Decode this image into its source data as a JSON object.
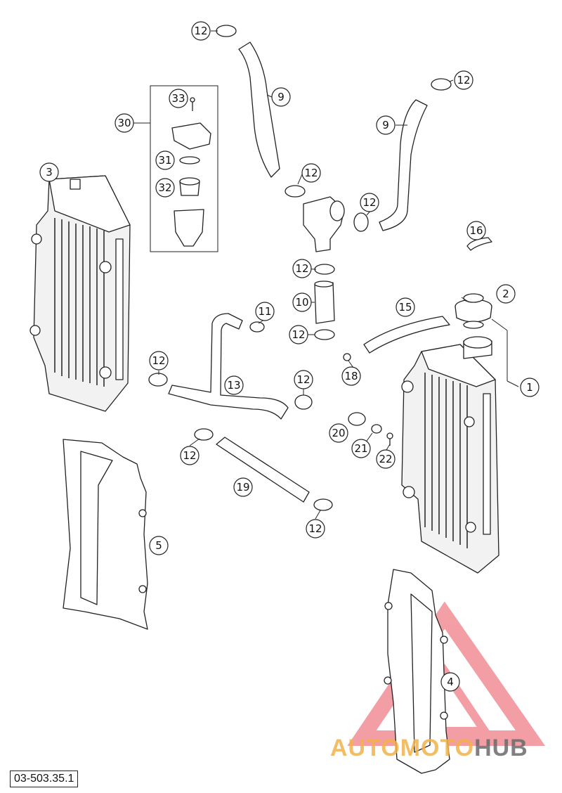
{
  "callouts": [
    "1",
    "2",
    "3",
    "4",
    "5",
    "9",
    "10",
    "11",
    "12",
    "13",
    "15",
    "16",
    "18",
    "19",
    "20",
    "21",
    "22",
    "30",
    "31",
    "32",
    "33"
  ],
  "drawing_number": "03-503.35.1",
  "watermark": {
    "part1": "AUTOMOTO",
    "part2": "HUB"
  },
  "colors": {
    "line": "#222222",
    "watermark_triangle": "#e8505b",
    "watermark_text_1": "#f2b24a",
    "watermark_text_2": "#6a6a6a"
  }
}
